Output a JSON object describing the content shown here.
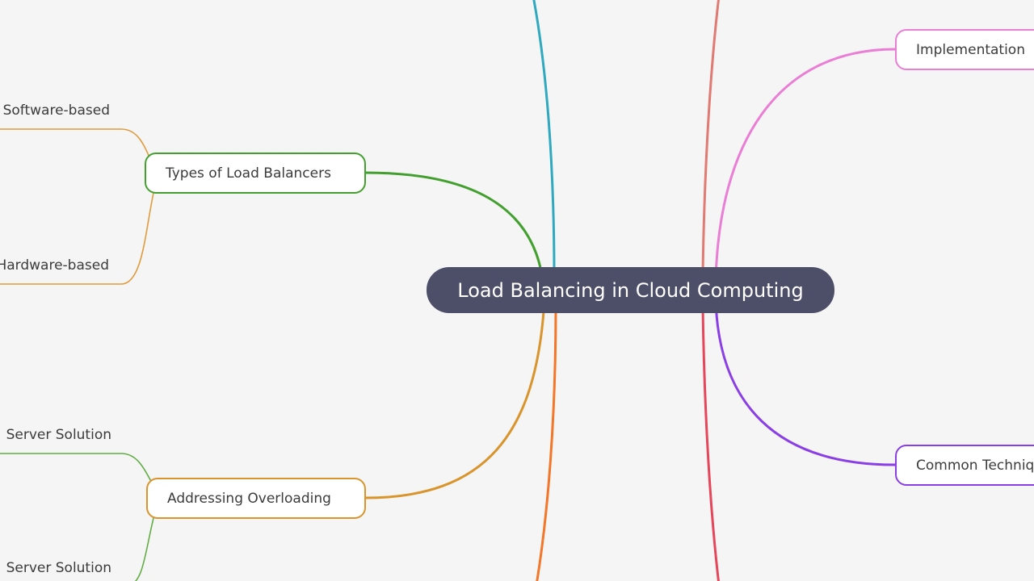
{
  "root": {
    "label": "Load Balancing in Cloud Computing",
    "color": "#4d4f68"
  },
  "branches": [
    {
      "id": "types",
      "label": "Types of Load Balancers",
      "color": "#43a02f",
      "children": [
        {
          "label": "Software-based",
          "color": "#e09b3c"
        },
        {
          "label": "Hardware-based",
          "color": "#e09b3c"
        }
      ]
    },
    {
      "id": "overloading",
      "label": "Addressing Overloading",
      "color": "#d9942c",
      "children": [
        {
          "label": "Server Solution",
          "color": "#62ad45"
        },
        {
          "label": "Server Solution",
          "color": "#62ad45"
        }
      ]
    },
    {
      "id": "implementation",
      "label": "Implementation",
      "color": "#ea7ed4",
      "children": []
    },
    {
      "id": "techniques",
      "label": "Common Techniques",
      "color": "#8a3ee6",
      "children": []
    }
  ],
  "offscreen_branch_colors": [
    "#2ea9bf",
    "#e07a73",
    "#f47628",
    "#e6465a"
  ]
}
